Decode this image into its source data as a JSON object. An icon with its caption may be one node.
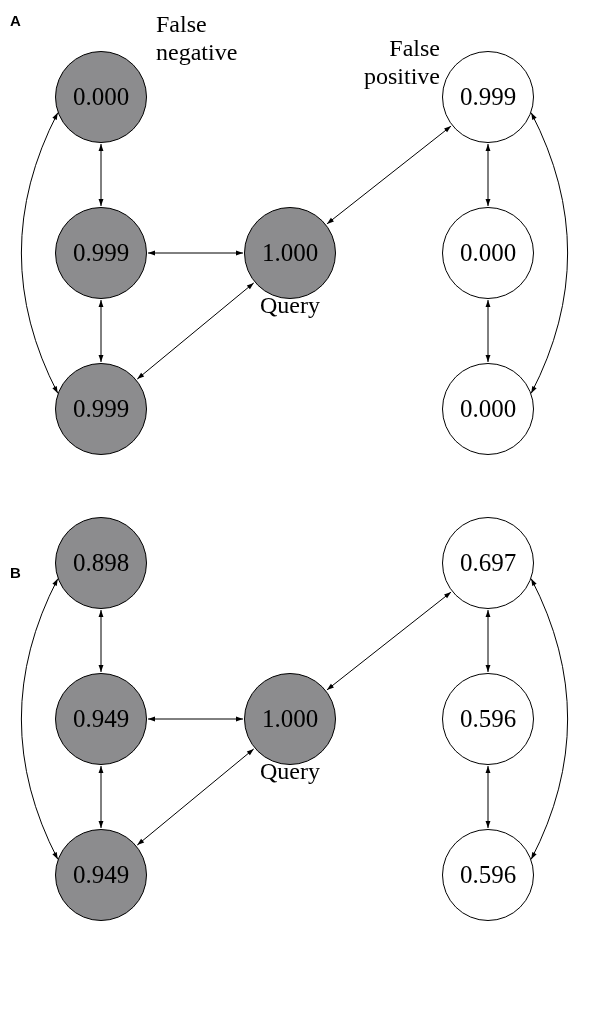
{
  "diagram": {
    "nodes": [
      {
        "text": [
          "0.000"
        ],
        "beside": [
          "False negative"
        ]
      },
      {
        "text": [
          "0.999"
        ],
        "beside": [
          "False positive"
        ]
      },
      {
        "text": [
          "0.999"
        ]
      },
      {
        "text": [
          "1.000"
        ],
        "beside": [
          "Query"
        ]
      },
      {
        "text": [
          "0.000"
        ]
      },
      {
        "text": [
          "0.999"
        ]
      },
      {
        "text": [
          "0.000"
        ]
      },
      {
        "text": [
          "0.898"
        ]
      },
      {
        "text": [
          "0.697"
        ]
      },
      {
        "text": [
          "0.949"
        ]
      },
      {
        "text": [
          "1.000"
        ],
        "beside": [
          "Query"
        ]
      },
      {
        "text": [
          "0.596"
        ]
      },
      {
        "text": [
          "0.949"
        ]
      },
      {
        "text": [
          "0.596"
        ]
      }
    ],
    "edges": [
      {
        "from": 0,
        "to": 2,
        "arrow": "both"
      },
      {
        "from": 2,
        "to": 5,
        "arrow": "both"
      },
      {
        "from": 0,
        "to": 5,
        "arrow": "both"
      },
      {
        "from": 2,
        "to": 3,
        "arrow": "both"
      },
      {
        "from": 3,
        "to": 5,
        "arrow": "both"
      },
      {
        "from": 3,
        "to": 1,
        "arrow": "both"
      },
      {
        "from": 1,
        "to": 4,
        "arrow": "both"
      },
      {
        "from": 4,
        "to": 6,
        "arrow": "both"
      },
      {
        "from": 1,
        "to": 6,
        "arrow": "both"
      },
      {
        "from": 7,
        "to": 9,
        "arrow": "both"
      },
      {
        "from": 9,
        "to": 12,
        "arrow": "both"
      },
      {
        "from": 7,
        "to": 12,
        "arrow": "both"
      },
      {
        "from": 9,
        "to": 10,
        "arrow": "both"
      },
      {
        "from": 10,
        "to": 12,
        "arrow": "both"
      },
      {
        "from": 10,
        "to": 8,
        "arrow": "both"
      },
      {
        "from": 8,
        "to": 11,
        "arrow": "both"
      },
      {
        "from": 11,
        "to": 13,
        "arrow": "both"
      },
      {
        "from": 8,
        "to": 13,
        "arrow": "both"
      }
    ],
    "labels": [
      "A",
      "B"
    ]
  }
}
